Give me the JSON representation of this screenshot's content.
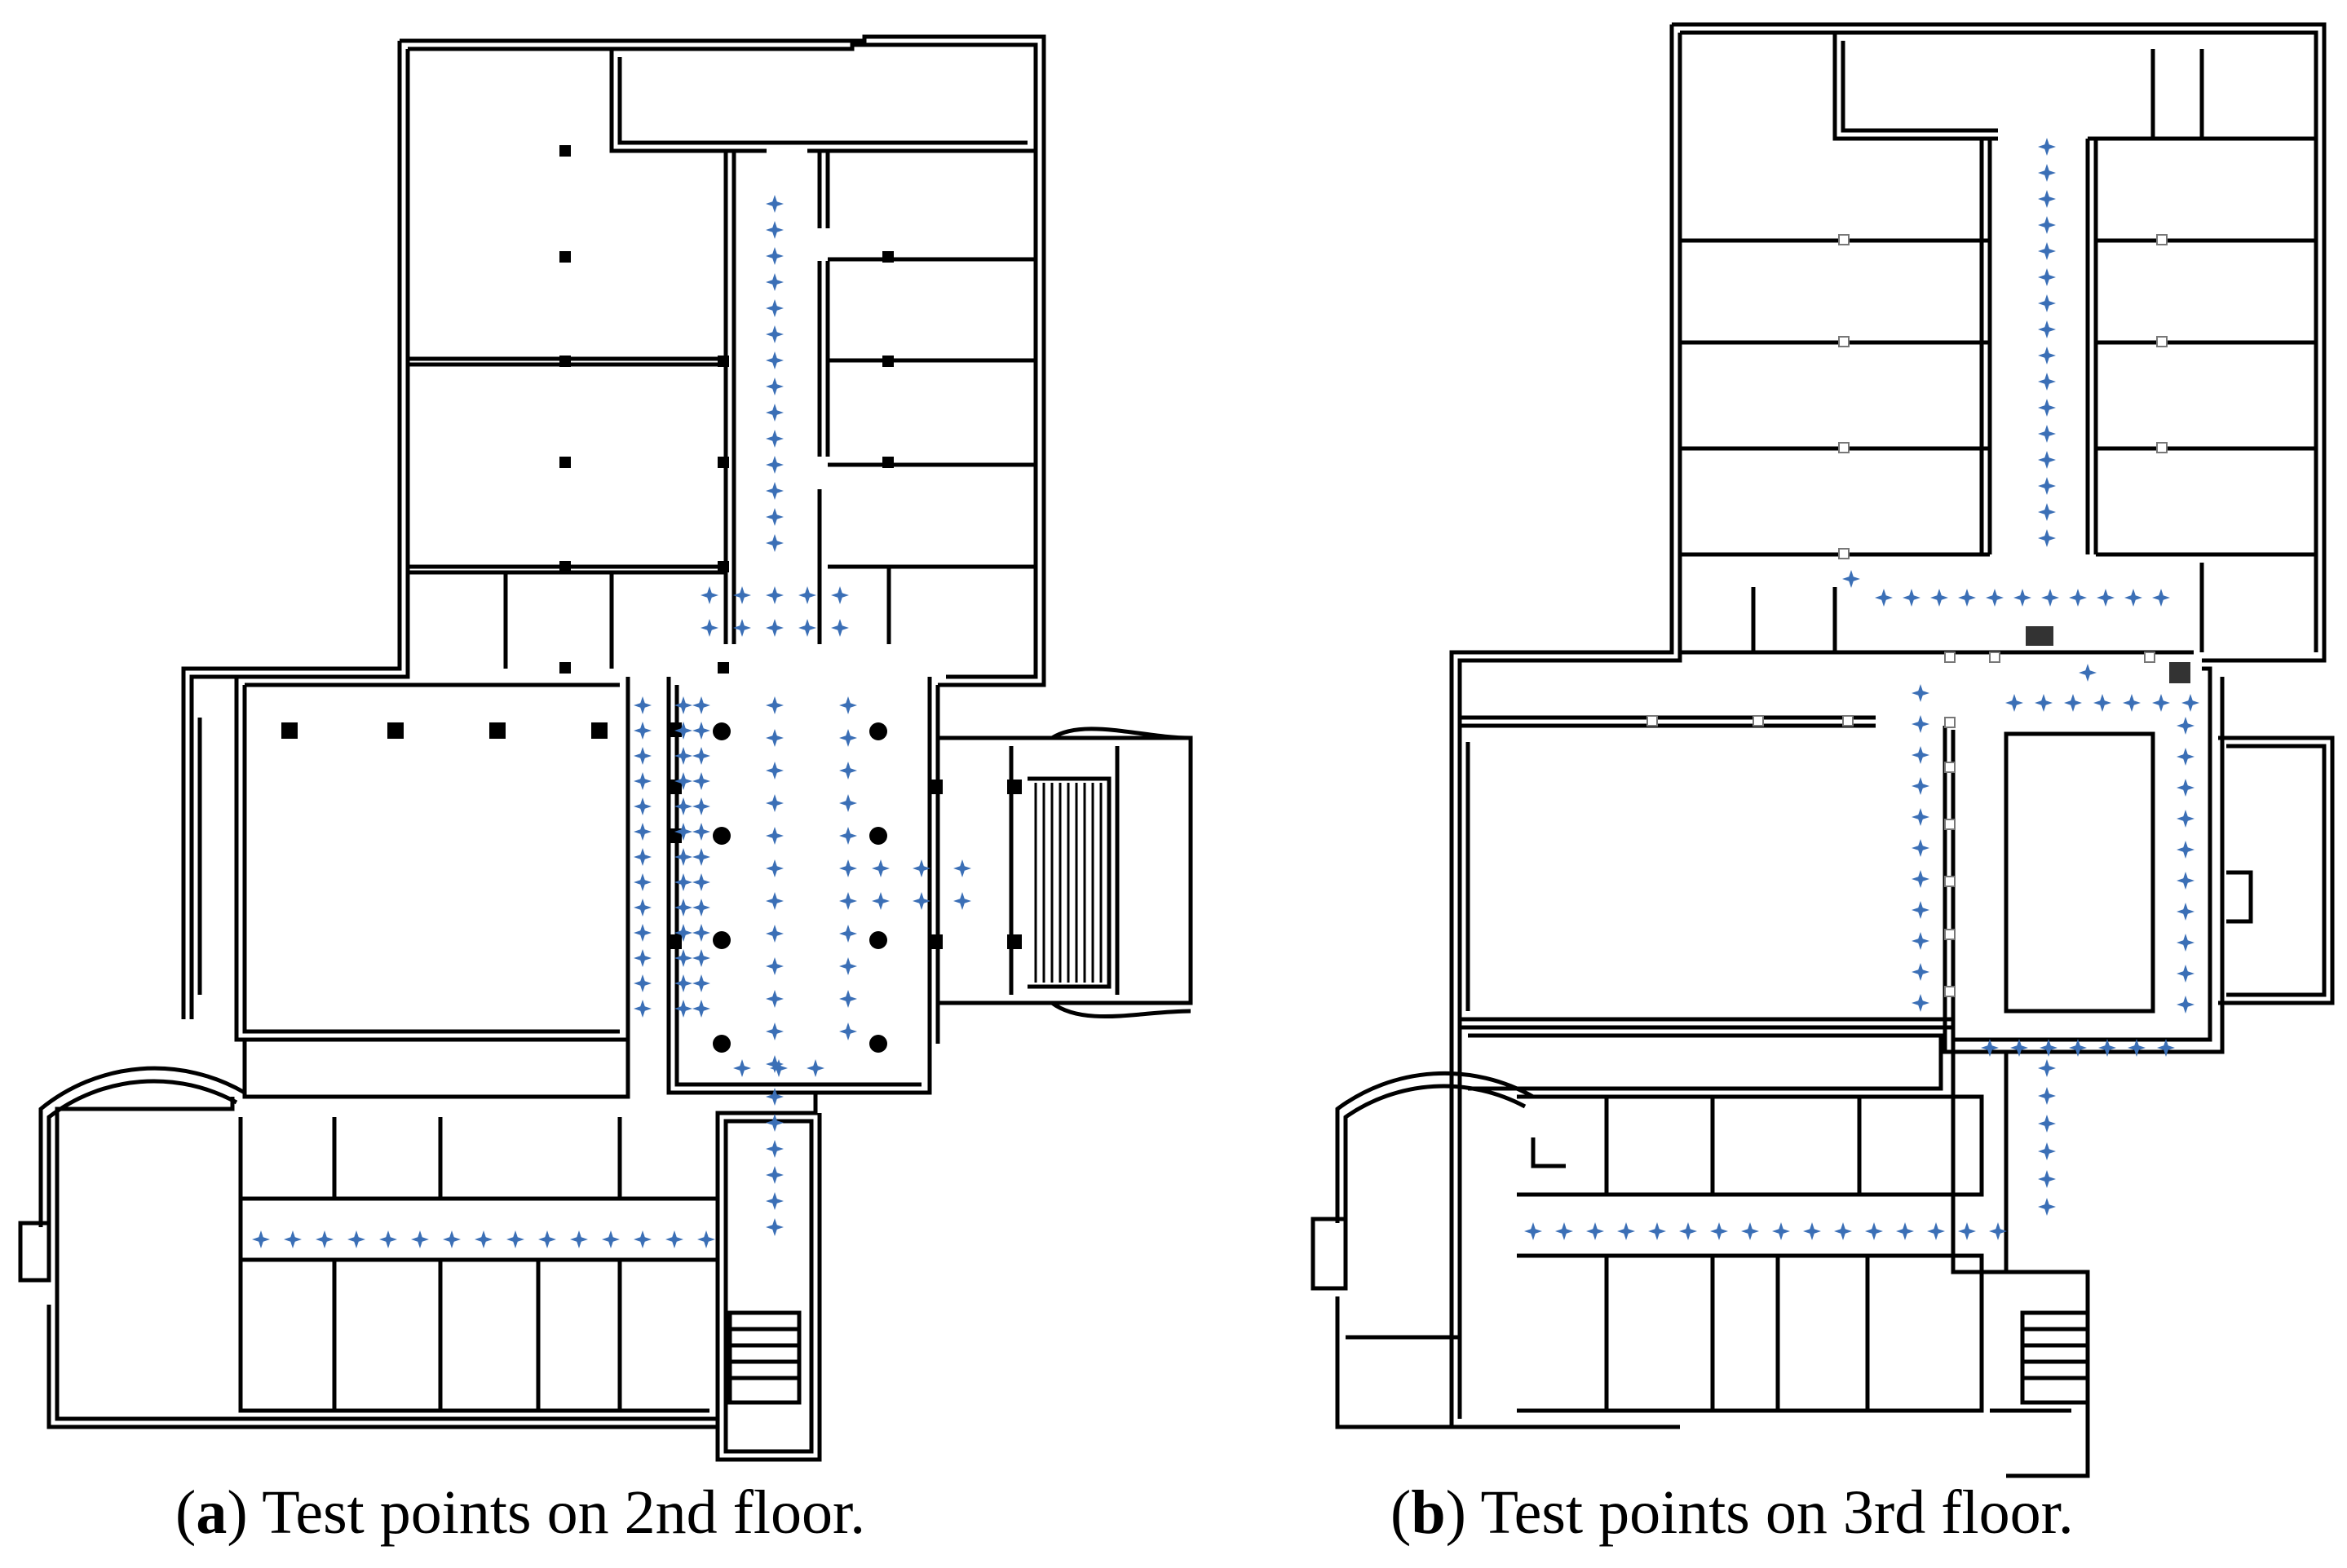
{
  "captions": {
    "a": {
      "letter": "a",
      "text": "Test points on 2nd floor."
    },
    "b": {
      "letter": "b",
      "text": "Test points on 3rd floor."
    }
  },
  "colors": {
    "wall": "#000000",
    "test_point": "#3b6fb6",
    "column": "#000000",
    "background": "#ffffff"
  },
  "legend_icons": [
    "test-point-icon",
    "column-icon"
  ]
}
